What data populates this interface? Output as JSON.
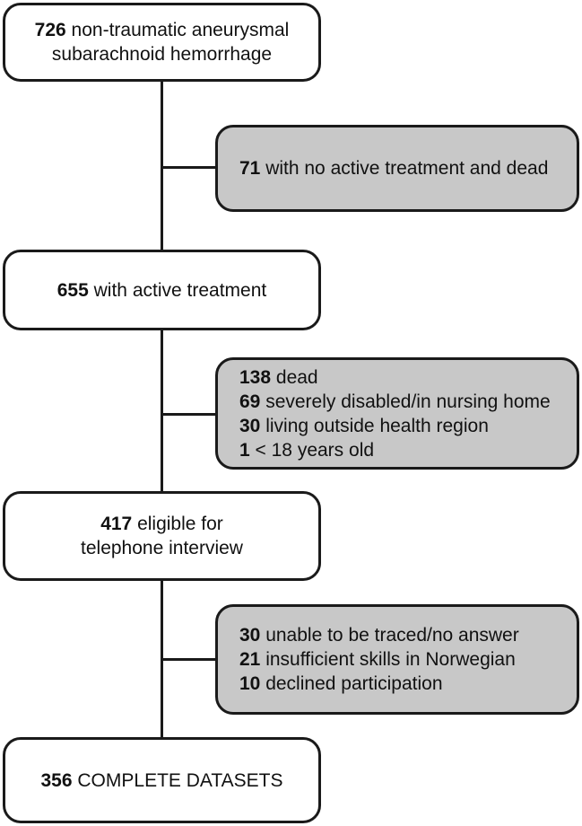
{
  "flowchart": {
    "initial": {
      "count": "726",
      "line1": "non-traumatic aneurysmal",
      "line2": "subarachnoid hemorrhage"
    },
    "exclusion1": {
      "items": [
        {
          "count": "71",
          "text": "with no active treatment and dead"
        }
      ]
    },
    "treated": {
      "count": "655",
      "text": "with active treatment"
    },
    "exclusion2": {
      "items": [
        {
          "count": "138",
          "text": "dead"
        },
        {
          "count": "69",
          "text": "severely disabled/in nursing home"
        },
        {
          "count": "30",
          "text": "living outside health region"
        },
        {
          "count": "1",
          "text": "< 18 years old"
        }
      ]
    },
    "eligible": {
      "count": "417",
      "line1": "eligible for",
      "line2": "telephone interview"
    },
    "exclusion3": {
      "items": [
        {
          "count": "30",
          "text": "unable to be traced/no answer"
        },
        {
          "count": "21",
          "text": "insufficient skills in Norwegian"
        },
        {
          "count": "10",
          "text": "declined participation"
        }
      ]
    },
    "final": {
      "count": "356",
      "text": "COMPLETE DATASETS"
    }
  }
}
